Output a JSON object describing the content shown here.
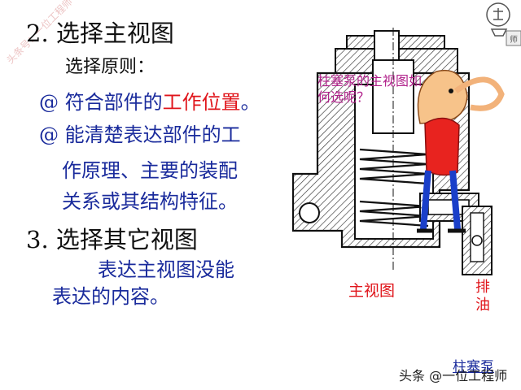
{
  "heading_2": "2. 选择主视图",
  "subheading": "选择原则：",
  "bullet_1": {
    "prefix": "@ 符合部件的",
    "highlight": "工作位置",
    "suffix": "。"
  },
  "bullet_2": {
    "line1": "@ 能清楚表达部件的工",
    "line2": "作原理、主要的装配",
    "line3": "关系或其结构特征。"
  },
  "heading_3": "3. 选择其它视图",
  "para_3": {
    "line1": "表达主视图没能",
    "line2": "表达的内容。"
  },
  "figure": {
    "callout": "柱塞泵的主视图如何选呢？",
    "caption_main": "主视图",
    "caption_drain": "排油"
  },
  "footer": {
    "link": "柱塞泵",
    "watermark": "头条 @一位工程师",
    "side_watermark": "头条号：一位工程师"
  },
  "colors": {
    "black": "#111111",
    "blue": "#1a2b9c",
    "red": "#e0151b",
    "magenta": "#b0208a"
  }
}
